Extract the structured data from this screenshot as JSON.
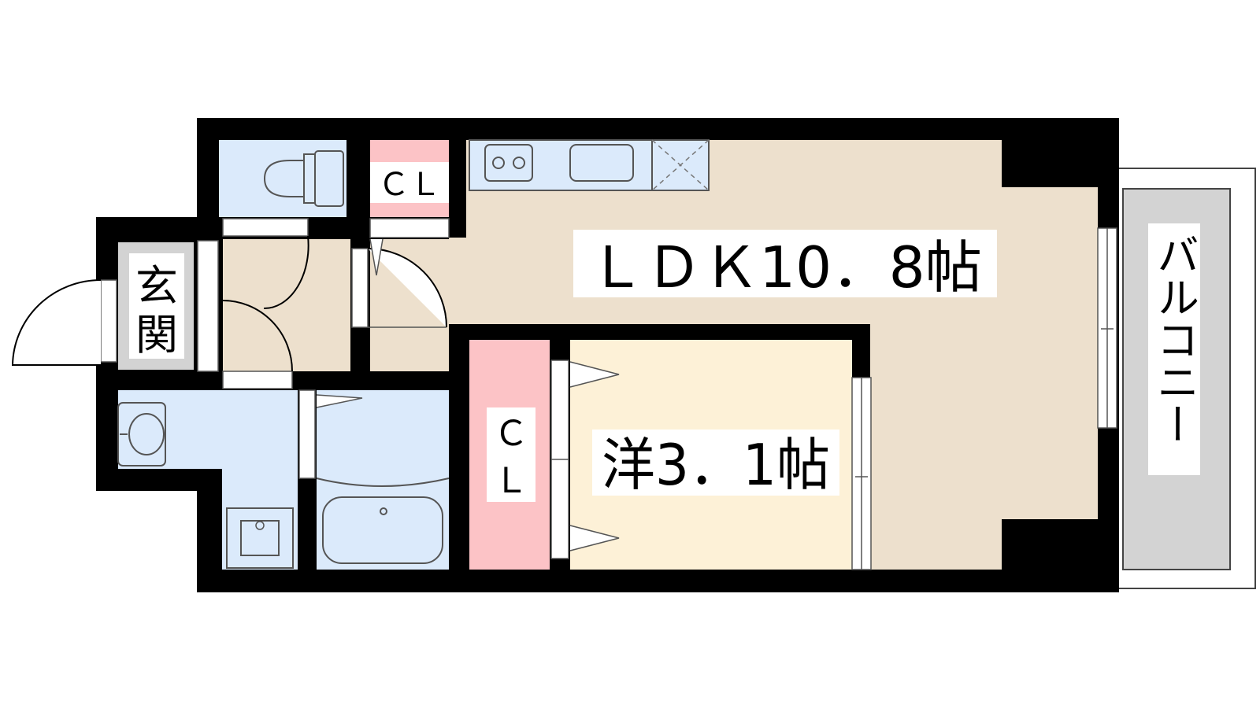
{
  "floor_plan": {
    "rooms": {
      "ldk": {
        "label": "ＬＤＫ10．8帖",
        "fill": "#ede0cd"
      },
      "western_room": {
        "label": "洋3．1帖",
        "fill": "#fdf1d7"
      },
      "entrance": {
        "label_line1": "玄",
        "label_line2": "関",
        "fill": "#d3d3d3"
      },
      "balcony": {
        "label": "バルコニー",
        "fill": "#d3d3d3"
      },
      "closet_top": {
        "label": "ＣＬ",
        "fill": "#fcc3c6"
      },
      "closet_room": {
        "label_line1": "Ｃ",
        "label_line2": "Ｌ",
        "fill": "#fcc3c6"
      },
      "toilet": {
        "fill": "#dbeafb"
      },
      "washroom": {
        "fill": "#dbeafb"
      },
      "bathroom": {
        "fill": "#dbeafb"
      },
      "hallway": {
        "fill": "#ede0cd"
      }
    },
    "colors": {
      "wall": "#000000",
      "label_bg": "#ffffff"
    }
  }
}
